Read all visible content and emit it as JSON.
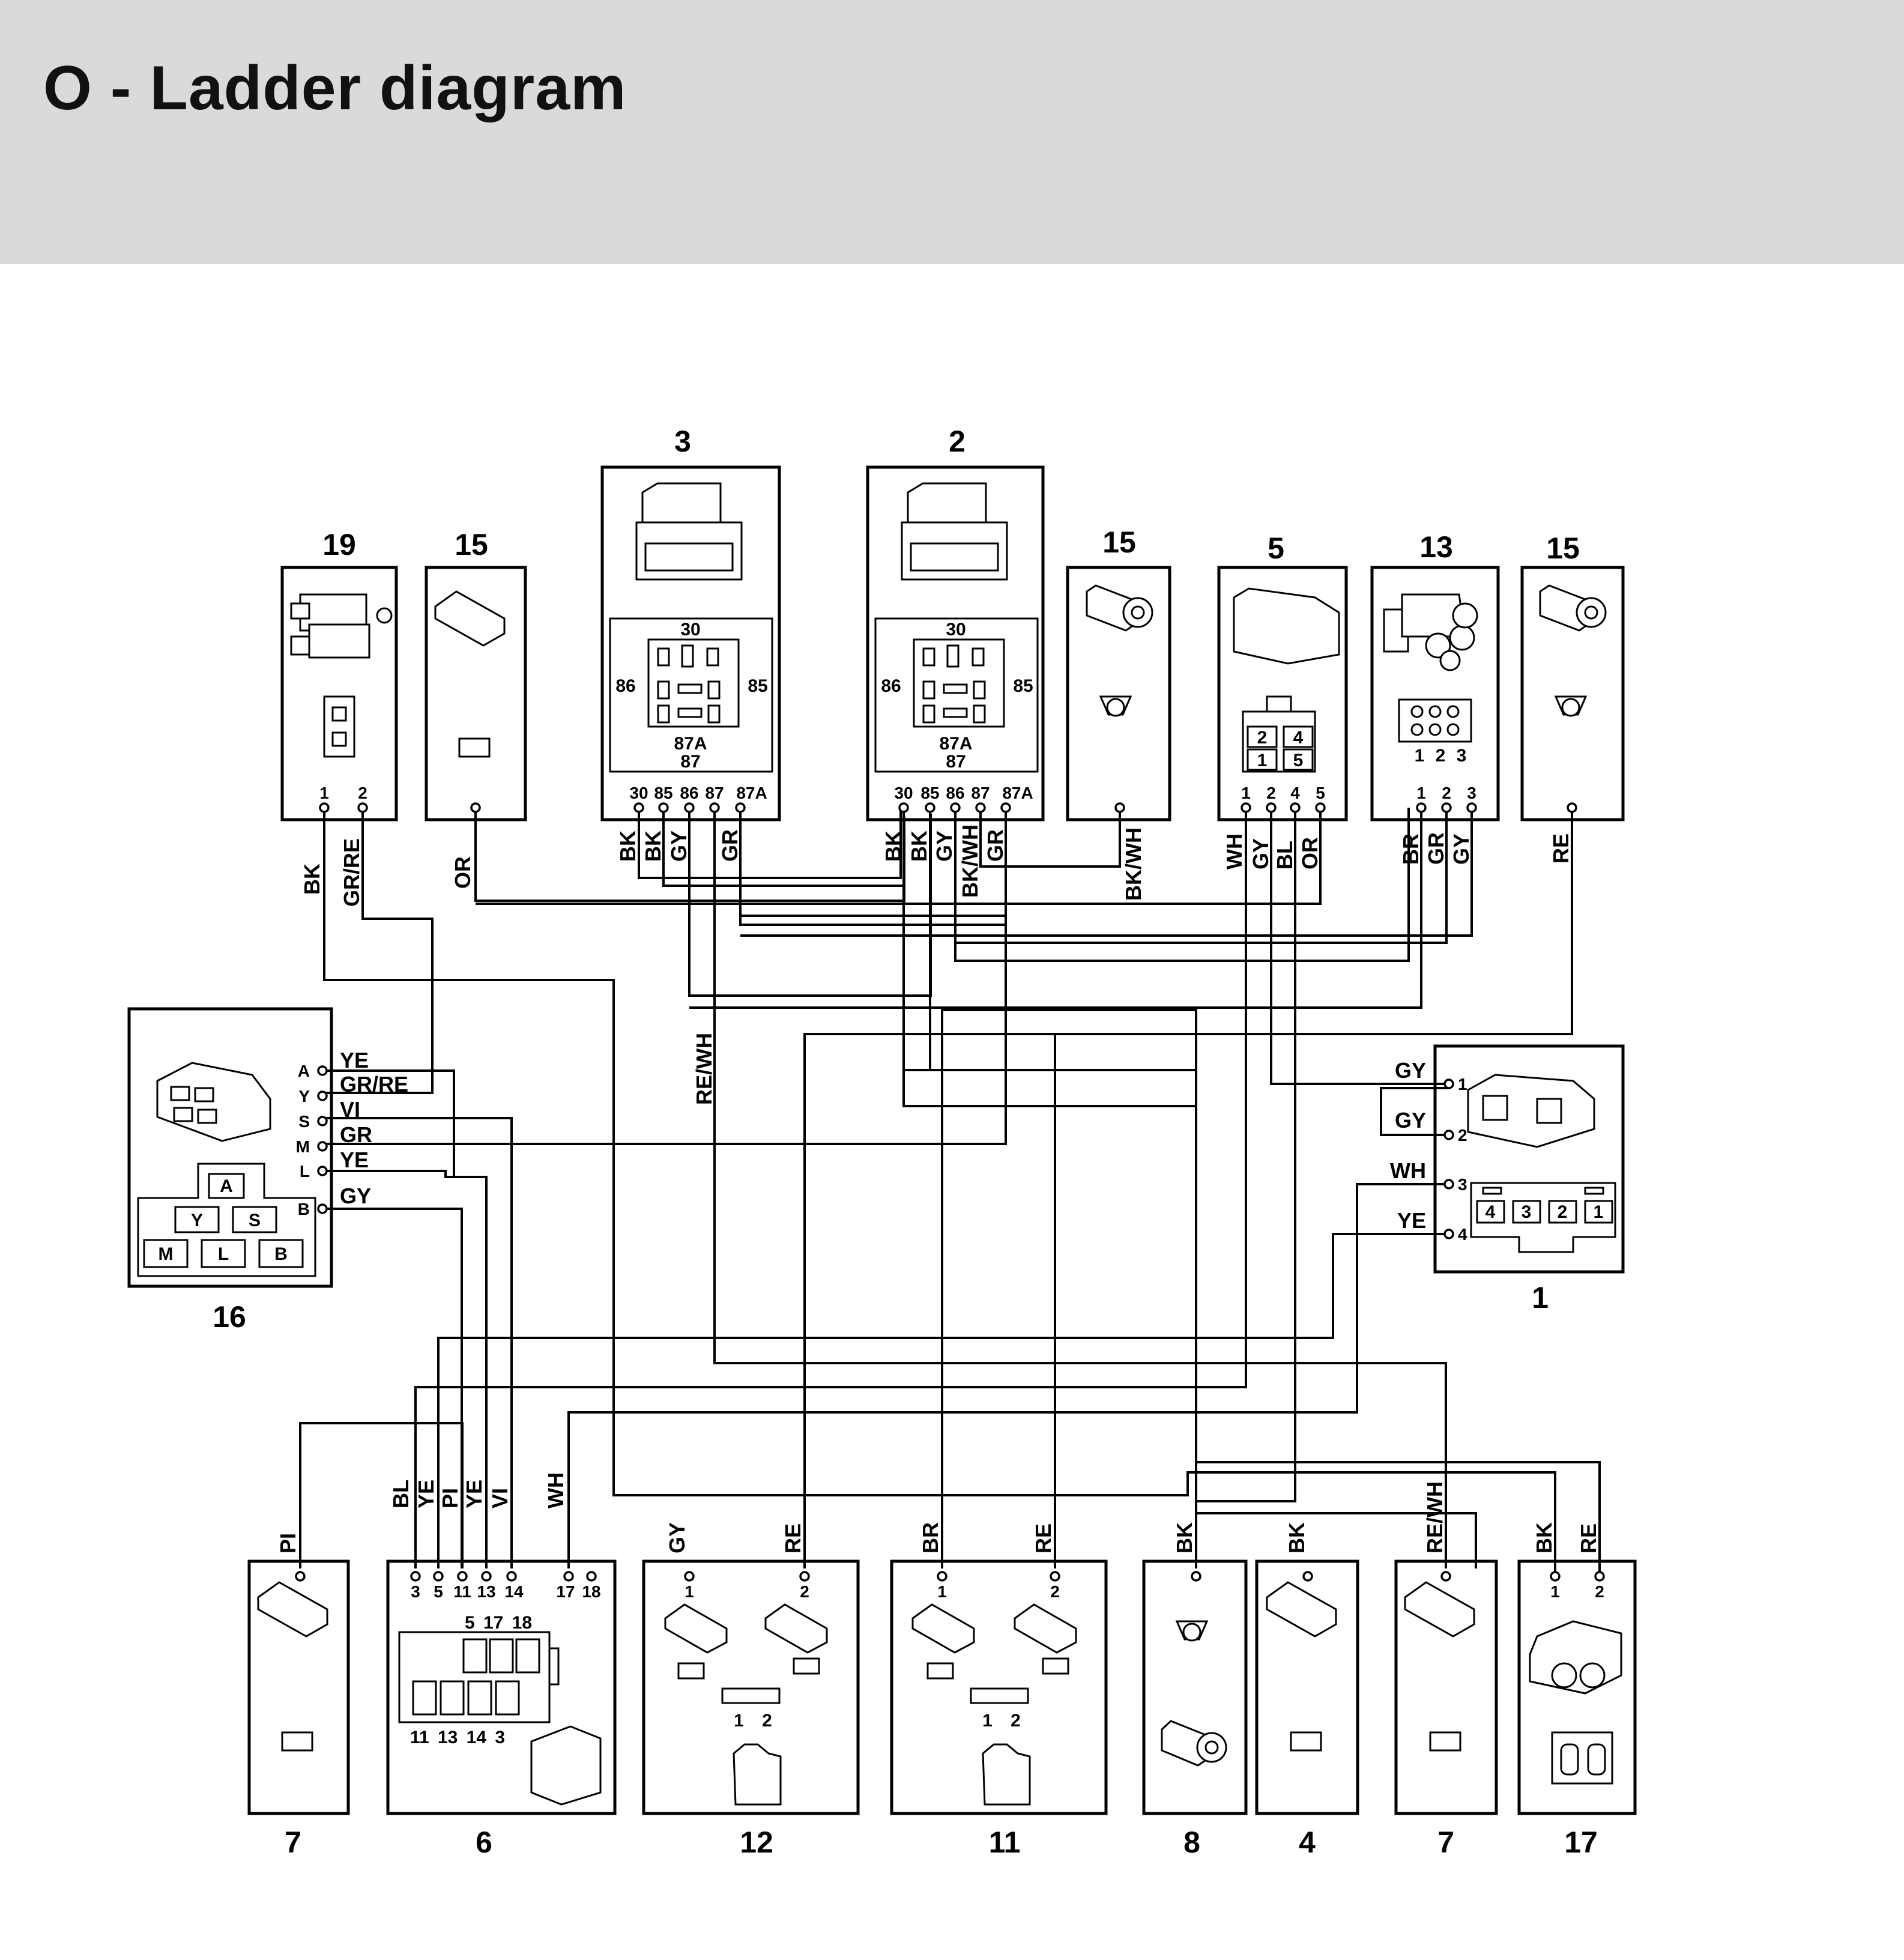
{
  "header": {
    "title": "O - Ladder diagram",
    "background": "#d9dbdb"
  },
  "components": {
    "c19": {
      "number": "19",
      "pins": [
        "1",
        "2"
      ]
    },
    "c15a": {
      "number": "15"
    },
    "c3": {
      "number": "3",
      "relay_top": "30",
      "relay_left": "86",
      "relay_right": "85",
      "relay_b1": "87A",
      "relay_b2": "87",
      "pins": [
        "30",
        "85",
        "86",
        "87",
        "87A"
      ]
    },
    "c2": {
      "number": "2",
      "relay_top": "30",
      "relay_left": "86",
      "relay_right": "85",
      "relay_b1": "87A",
      "relay_b2": "87",
      "pins": [
        "30",
        "85",
        "86",
        "87",
        "87A"
      ]
    },
    "c15b": {
      "number": "15"
    },
    "c5": {
      "number": "5",
      "cells": [
        "2",
        "4",
        "1",
        "5"
      ],
      "pins": [
        "1",
        "2",
        "4",
        "5"
      ]
    },
    "c13": {
      "number": "13",
      "face": "1 2 3",
      "pins": [
        "1",
        "2",
        "3"
      ]
    },
    "c15c": {
      "number": "15"
    },
    "c16": {
      "number": "16",
      "pins": [
        "A",
        "Y",
        "S",
        "M",
        "L",
        "B"
      ],
      "cells": [
        "A",
        "Y",
        "S",
        "M",
        "L",
        "B"
      ]
    },
    "c1": {
      "number": "1",
      "pins": [
        "1",
        "2",
        "3",
        "4"
      ],
      "cells": [
        "4",
        "3",
        "2",
        "1"
      ]
    },
    "c7a": {
      "number": "7"
    },
    "c6": {
      "number": "6",
      "pins": [
        "3",
        "5",
        "11",
        "13",
        "14",
        "17",
        "18"
      ],
      "face_top": "5 17 18",
      "face_bottom": "11 13 14 3"
    },
    "c12": {
      "number": "12",
      "pins": [
        "1",
        "2"
      ],
      "face": "1 2"
    },
    "c11": {
      "number": "11",
      "pins": [
        "1",
        "2"
      ],
      "face": "1 2"
    },
    "c8": {
      "number": "8"
    },
    "c4": {
      "number": "4"
    },
    "c7b": {
      "number": "7"
    },
    "c17": {
      "number": "17",
      "pins": [
        "1",
        "2"
      ]
    }
  },
  "wire_labels": {
    "w19_1": "BK",
    "w19_2": "GR/RE",
    "w15a": "OR",
    "w3_30": "BK",
    "w3_85": "BK",
    "w3_86": "GY",
    "w3_87A": "GR",
    "w2_30": "BK",
    "w2_85": "BK",
    "w2_86": "GY",
    "w2_87": "BK/WH",
    "w2_87A": "GR",
    "w15b": "BK/WH",
    "w5_1": "WH",
    "w5_2": "GY",
    "w5_4": "BL",
    "w5_5": "OR",
    "w13_1": "BR",
    "w13_2": "GR",
    "w13_3": "GY",
    "w15c": "RE",
    "w_rewh": "RE/WH",
    "w16_A": "YE",
    "w16_Y": "GR/RE",
    "w16_S": "VI",
    "w16_M": "GR",
    "w16_L": "YE",
    "w16_B": "GY",
    "w1_1": "GY",
    "w1_2": "GY",
    "w1_3": "WH",
    "w1_4": "YE",
    "w7a": "PI",
    "w6_3": "BL",
    "w6_5": "YE",
    "w6_11": "PI",
    "w6_13": "YE",
    "w6_14": "VI",
    "w6_17": "WH",
    "w12_1": "GY",
    "w12_2": "RE",
    "w11_1": "BR",
    "w11_2": "RE",
    "w8": "BK",
    "w4": "BK",
    "w7b": "RE/WH",
    "w17_1": "BK",
    "w17_2": "RE"
  }
}
